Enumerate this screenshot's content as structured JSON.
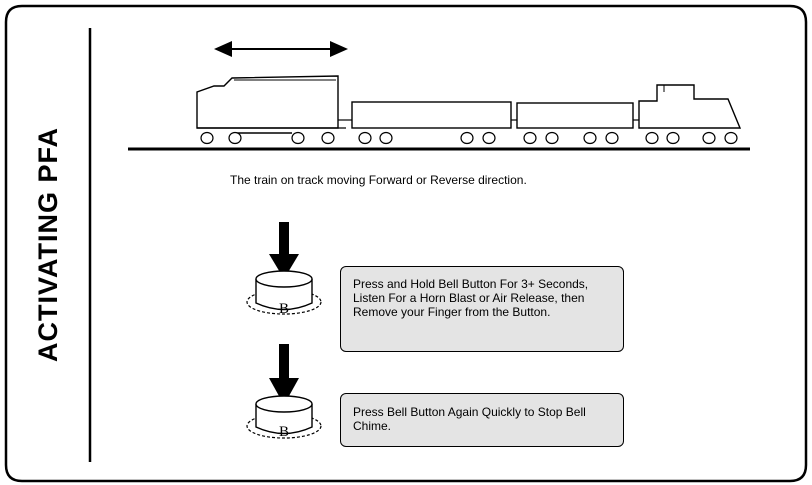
{
  "page": {
    "section_title": "ACTIVATING PFA",
    "caption": "The train on track moving Forward or Reverse direction.",
    "steps": [
      {
        "button_label": "B",
        "instruction": "Press and Hold Bell Button For 3+ Seconds, Listen For a Horn Blast or Air Release, then Remove your Finger from the Button."
      },
      {
        "button_label": "B",
        "instruction": "Press Bell Button Again Quickly to Stop Bell Chime."
      }
    ]
  },
  "colors": {
    "ink": "#000000",
    "callout_fill": "#e4e4e4",
    "background": "#ffffff"
  }
}
